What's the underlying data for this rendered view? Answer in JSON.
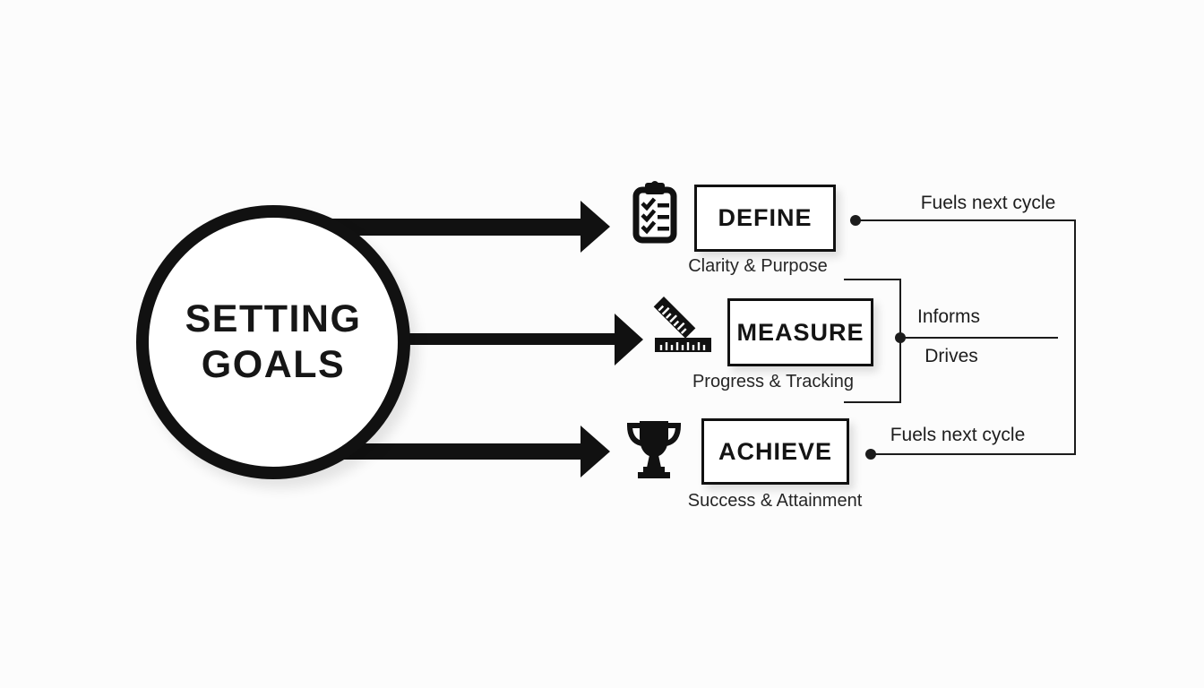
{
  "diagram": {
    "center": {
      "line1": "SETTING",
      "line2": "GOALS"
    },
    "nodes": [
      {
        "title": "DEFINE",
        "subtitle": "Clarity & Purpose",
        "icon": "checklist-clipboard-icon"
      },
      {
        "title": "MEASURE",
        "subtitle": "Progress & Tracking",
        "icon": "ruler-icon"
      },
      {
        "title": "ACHIEVE",
        "subtitle": "Success & Attainment",
        "icon": "trophy-icon"
      }
    ],
    "edge_labels": {
      "top_cycle": "Fuels next cycle",
      "informs": "Informs",
      "drives": "Drives",
      "bottom_cycle": "Fuels next cycle"
    },
    "colors": {
      "ink": "#111111",
      "line": "#1c1c1c",
      "background": "#fcfcfc"
    }
  }
}
